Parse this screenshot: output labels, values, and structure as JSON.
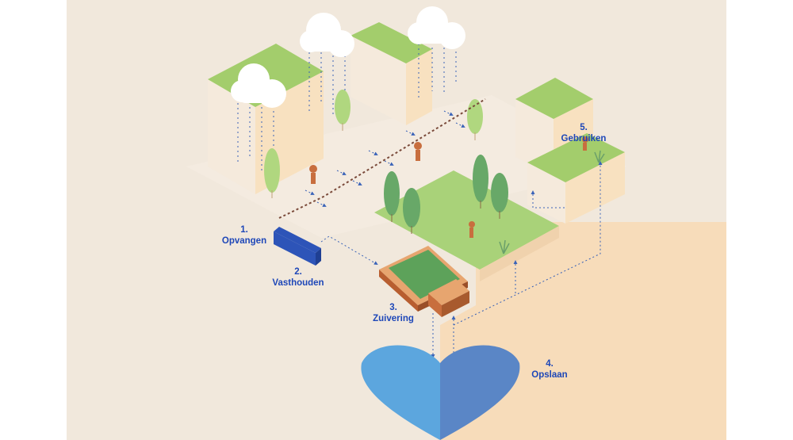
{
  "colors": {
    "background": "#f1e8dc",
    "soil": "#f7dcba",
    "wall": "#f8e1c0",
    "roof": "#a3cd6c",
    "grass": "#a9d279",
    "tree": "#68a868",
    "tree_light": "#b0d77f",
    "cloud": "#ffffff",
    "water_left": "#5ca6de",
    "water_right": "#5a86c6",
    "tank": "#2d54b8",
    "arrow": "#3a63b8",
    "label": "#1e47b8",
    "brick": "#c86e3e"
  },
  "steps": [
    {
      "number": "1.",
      "label": "Opvangen"
    },
    {
      "number": "2.",
      "label": "Vasthouden"
    },
    {
      "number": "3.",
      "label": "Zuivering"
    },
    {
      "number": "4.",
      "label": "Opslaan"
    },
    {
      "number": "5.",
      "label": "Gebruiken"
    }
  ]
}
